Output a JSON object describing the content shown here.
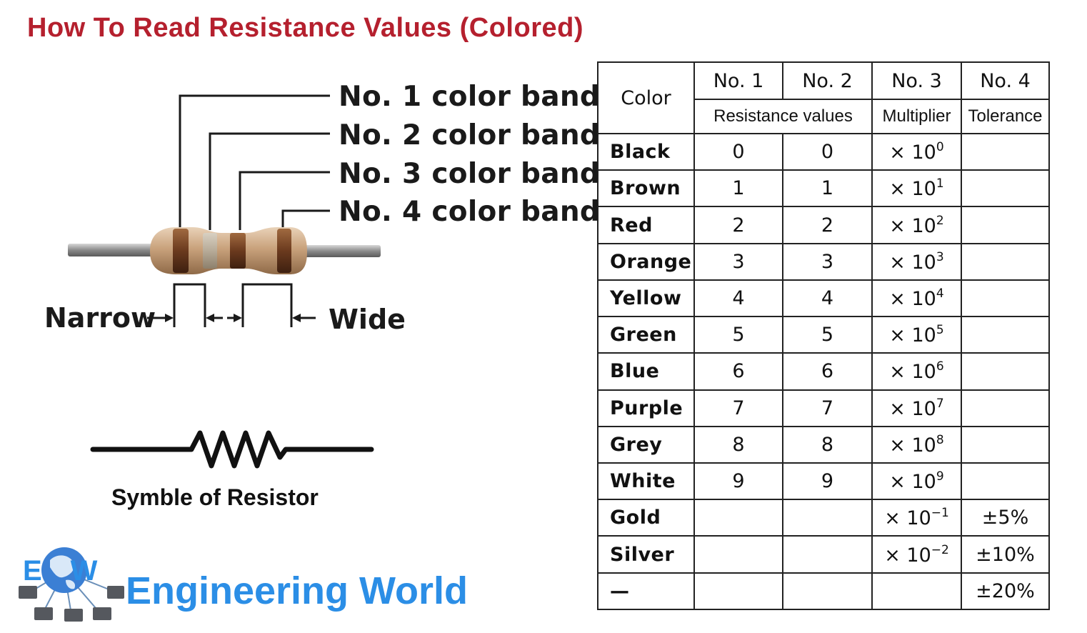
{
  "title": "How To Read Resistance Values (Colored)",
  "bands": [
    "No. 1 color band",
    "No. 2 color band",
    "No. 3 color band",
    "No. 4 color band"
  ],
  "band_width_labels": {
    "narrow": "Narrow",
    "wide": "Wide"
  },
  "symbol_caption": "Symble of Resistor",
  "brand": {
    "logo_letters": "EW",
    "name": "Engineering World"
  },
  "table": {
    "headers": {
      "color": "Color",
      "no1": "No. 1",
      "no2": "No. 2",
      "no3": "No. 3",
      "no4": "No. 4",
      "resistance": "Resistance values",
      "multiplier": "Multiplier",
      "tolerance": "Tolerance"
    },
    "rows": [
      {
        "color": "Black",
        "v1": "0",
        "v2": "0",
        "mult_base": "× 10",
        "mult_exp": "0",
        "tol": ""
      },
      {
        "color": "Brown",
        "v1": "1",
        "v2": "1",
        "mult_base": "× 10",
        "mult_exp": "1",
        "tol": ""
      },
      {
        "color": "Red",
        "v1": "2",
        "v2": "2",
        "mult_base": "× 10",
        "mult_exp": "2",
        "tol": ""
      },
      {
        "color": "Orange",
        "v1": "3",
        "v2": "3",
        "mult_base": "× 10",
        "mult_exp": "3",
        "tol": ""
      },
      {
        "color": "Yellow",
        "v1": "4",
        "v2": "4",
        "mult_base": "× 10",
        "mult_exp": "4",
        "tol": ""
      },
      {
        "color": "Green",
        "v1": "5",
        "v2": "5",
        "mult_base": "× 10",
        "mult_exp": "5",
        "tol": ""
      },
      {
        "color": "Blue",
        "v1": "6",
        "v2": "6",
        "mult_base": "× 10",
        "mult_exp": "6",
        "tol": ""
      },
      {
        "color": "Purple",
        "v1": "7",
        "v2": "7",
        "mult_base": "× 10",
        "mult_exp": "7",
        "tol": ""
      },
      {
        "color": "Grey",
        "v1": "8",
        "v2": "8",
        "mult_base": "× 10",
        "mult_exp": "8",
        "tol": ""
      },
      {
        "color": "White",
        "v1": "9",
        "v2": "9",
        "mult_base": "× 10",
        "mult_exp": "9",
        "tol": ""
      },
      {
        "color": "Gold",
        "v1": "",
        "v2": "",
        "mult_base": "× 10",
        "mult_exp": "−1",
        "tol": "±5%"
      },
      {
        "color": "Silver",
        "v1": "",
        "v2": "",
        "mult_base": "× 10",
        "mult_exp": "−2",
        "tol": "±10%"
      },
      {
        "color": "—",
        "v1": "",
        "v2": "",
        "mult_base": "",
        "mult_exp": "",
        "tol": "±20%"
      }
    ]
  },
  "colors": {
    "title": "#b5202e",
    "brand": "#2b8ee6",
    "resistor_body": "#c9a27c",
    "band_brown": "#6b3a1e"
  }
}
